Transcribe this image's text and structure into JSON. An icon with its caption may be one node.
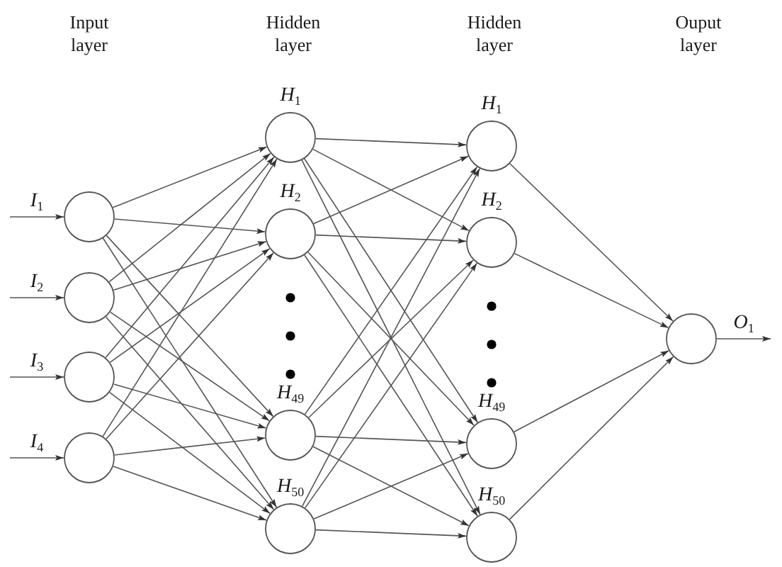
{
  "diagram": {
    "nodes": [
      {
        "text": [],
        "shape": "circle"
      },
      {
        "text": [],
        "shape": "circle"
      },
      {
        "text": [],
        "shape": "circle"
      },
      {
        "text": [],
        "shape": "circle"
      },
      {
        "text": [
          "H$_{1}$"
        ]
      },
      {
        "text": [
          "H$_{2}$"
        ]
      },
      {
        "text": [
          "H$_{49}$"
        ]
      },
      {
        "text": [
          "H$_{50}$"
        ]
      },
      {
        "text": [
          "H$_{1}$"
        ]
      },
      {
        "text": [
          "H$_{2}$"
        ]
      },
      {
        "text": [
          "H$_{49}$"
        ]
      },
      {
        "text": [
          "H$_{50}$"
        ]
      },
      {
        "text": [],
        "shape": "circle"
      }
    ],
    "edges": [
      {
        "from": null,
        "to": 0,
        "arrow": "to",
        "label": "I$_{1}$"
      },
      {
        "from": null,
        "to": 1,
        "arrow": "to",
        "label": "I$_{2}$"
      },
      {
        "from": null,
        "to": 2,
        "arrow": "to",
        "label": "I$_{3}$"
      },
      {
        "from": null,
        "to": 3,
        "arrow": "to",
        "label": "I$_{4}$"
      },
      {
        "from": 0,
        "to": 4,
        "arrow": "to"
      },
      {
        "from": 0,
        "to": 5,
        "arrow": "to"
      },
      {
        "from": 0,
        "to": 6,
        "arrow": "to"
      },
      {
        "from": 0,
        "to": 7,
        "arrow": "to"
      },
      {
        "from": 1,
        "to": 4,
        "arrow": "to"
      },
      {
        "from": 1,
        "to": 5,
        "arrow": "to"
      },
      {
        "from": 1,
        "to": 6,
        "arrow": "to"
      },
      {
        "from": 1,
        "to": 7,
        "arrow": "to"
      },
      {
        "from": 2,
        "to": 4,
        "arrow": "to"
      },
      {
        "from": 2,
        "to": 5,
        "arrow": "to"
      },
      {
        "from": 2,
        "to": 6,
        "arrow": "to"
      },
      {
        "from": 2,
        "to": 7,
        "arrow": "to"
      },
      {
        "from": 3,
        "to": 4,
        "arrow": "to"
      },
      {
        "from": 3,
        "to": 5,
        "arrow": "to"
      },
      {
        "from": 3,
        "to": 6,
        "arrow": "to"
      },
      {
        "from": 3,
        "to": 7,
        "arrow": "to"
      },
      {
        "from": 4,
        "to": 8,
        "arrow": "to"
      },
      {
        "from": 4,
        "to": 9,
        "arrow": "to"
      },
      {
        "from": 4,
        "to": 10,
        "arrow": "to"
      },
      {
        "from": 4,
        "to": 11,
        "arrow": "to"
      },
      {
        "from": 5,
        "to": 8,
        "arrow": "to"
      },
      {
        "from": 5,
        "to": 9,
        "arrow": "to"
      },
      {
        "from": 5,
        "to": 10,
        "arrow": "to"
      },
      {
        "from": 5,
        "to": 11,
        "arrow": "to"
      },
      {
        "from": 6,
        "to": 8,
        "arrow": "to"
      },
      {
        "from": 6,
        "to": 9,
        "arrow": "to"
      },
      {
        "from": 6,
        "to": 10,
        "arrow": "to"
      },
      {
        "from": 6,
        "to": 11,
        "arrow": "to"
      },
      {
        "from": 7,
        "to": 8,
        "arrow": "to"
      },
      {
        "from": 7,
        "to": 9,
        "arrow": "to"
      },
      {
        "from": 7,
        "to": 10,
        "arrow": "to"
      },
      {
        "from": 7,
        "to": 11,
        "arrow": "to"
      },
      {
        "from": 8,
        "to": 12,
        "arrow": "to"
      },
      {
        "from": 9,
        "to": 12,
        "arrow": "to"
      },
      {
        "from": 10,
        "to": 12,
        "arrow": "to"
      },
      {
        "from": 11,
        "to": 12,
        "arrow": "to"
      },
      {
        "from": 12,
        "to": null,
        "arrow": "to",
        "label": "O$_{1}$"
      }
    ],
    "labels": [
      "Input layer",
      "Hidden layer",
      "Hidden layer",
      "Ouput layer"
    ]
  }
}
